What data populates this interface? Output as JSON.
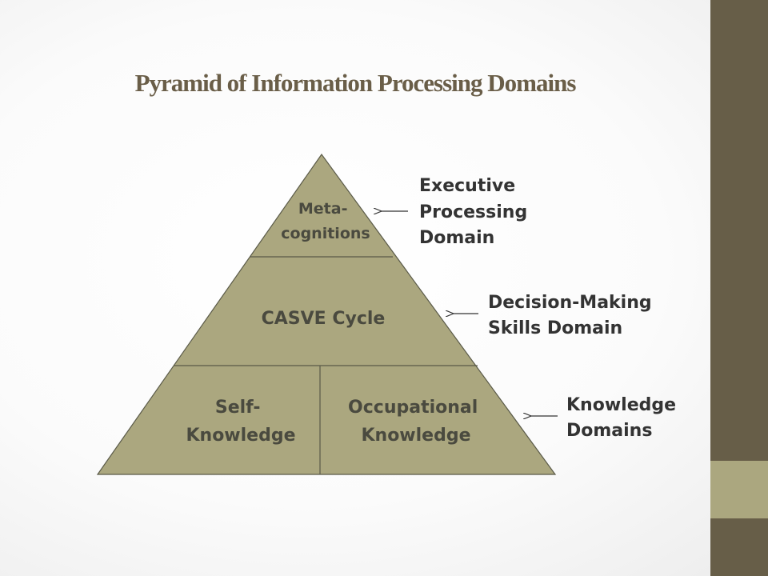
{
  "title": "Pyramid of Information Processing Domains",
  "colors": {
    "title": "#6a5e48",
    "pyramid_fill": "#aba77f",
    "pyramid_stroke": "#5a5a48",
    "sidebar_dark": "#675e48",
    "sidebar_light": "#aba77f",
    "text": "#333333"
  },
  "pyramid": {
    "top_tier": {
      "line1": "Meta-",
      "line2": "cognitions"
    },
    "middle_tier": {
      "label": "CASVE Cycle"
    },
    "bottom_left": {
      "line1": "Self-",
      "line2": "Knowledge"
    },
    "bottom_right": {
      "line1": "Occupational",
      "line2": "Knowledge"
    }
  },
  "domains": {
    "executive": {
      "line1": "Executive",
      "line2": "Processing",
      "line3": "Domain"
    },
    "decision": {
      "line1": "Decision-Making",
      "line2": "Skills Domain"
    },
    "knowledge": {
      "line1": "Knowledge",
      "line2": "Domains"
    }
  }
}
